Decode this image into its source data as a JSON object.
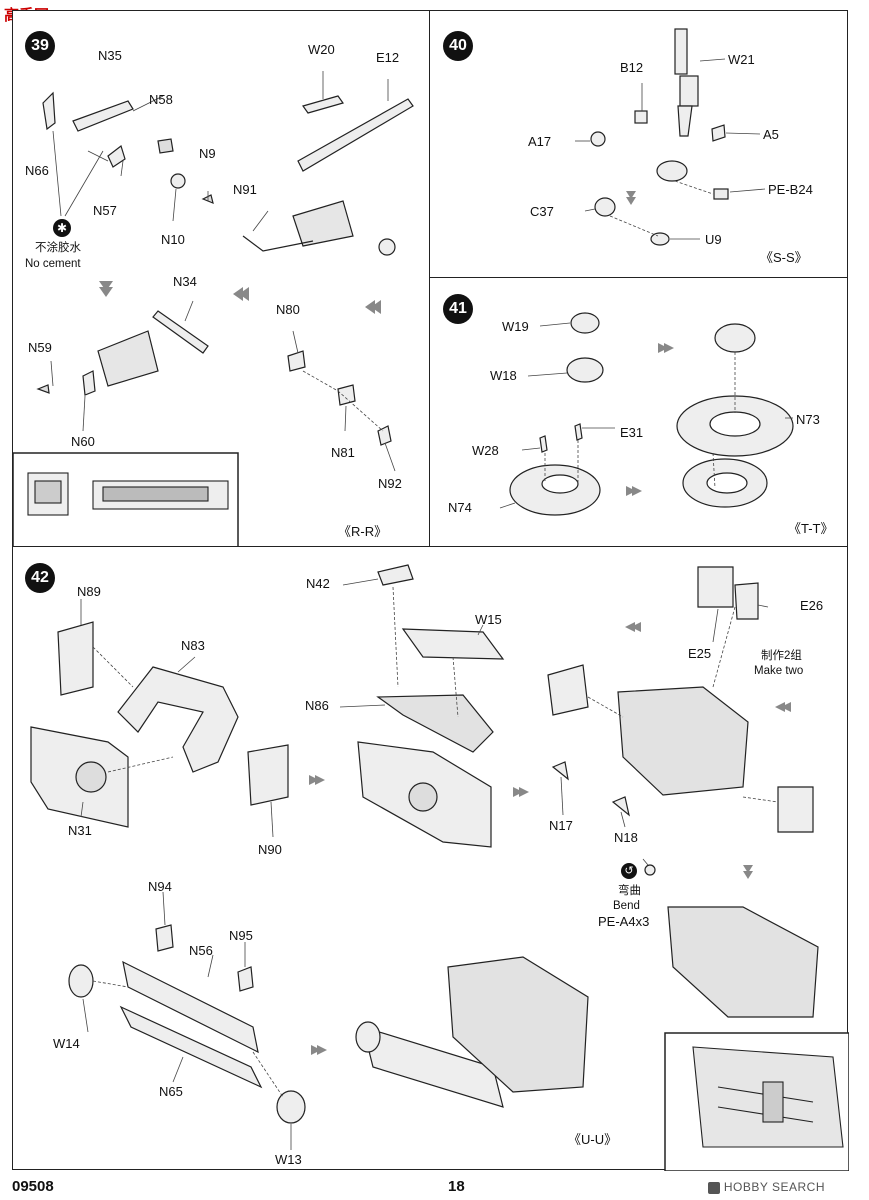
{
  "watermark": "高手网",
  "footer": {
    "code": "09508",
    "page": "18",
    "brand": "HOBBY SEARCH"
  },
  "step39": {
    "num": "39",
    "labels": [
      "N35",
      "N58",
      "N9",
      "N66",
      "N57",
      "N10",
      "W20",
      "E12",
      "N91",
      "N34",
      "N59",
      "N60",
      "N80",
      "N81",
      "N92"
    ],
    "no_cement_cn": "不涂胶水",
    "no_cement_en": "No cement",
    "section": "《R-R》"
  },
  "step40": {
    "num": "40",
    "labels": [
      "B12",
      "W21",
      "A17",
      "A5",
      "PE-B24",
      "C37",
      "U9"
    ],
    "section": "《S-S》"
  },
  "step41": {
    "num": "41",
    "labels": [
      "W19",
      "W18",
      "N73",
      "W28",
      "E31",
      "N74"
    ],
    "section": "《T-T》"
  },
  "step42": {
    "num": "42",
    "labels": [
      "N89",
      "N83",
      "N31",
      "N90",
      "N42",
      "W15",
      "N86",
      "N17",
      "N18",
      "E26",
      "E25",
      "N94",
      "N95",
      "N56",
      "W14",
      "N65",
      "W13"
    ],
    "make_two_cn": "制作2组",
    "make_two_en": "Make two",
    "bend_cn": "弯曲",
    "bend_en": "Bend",
    "pe_part": "PE-A4x3",
    "section": "《U-U》"
  },
  "icons": [
    "no-cement-icon",
    "bend-icon",
    "assembly-arrow-icon"
  ]
}
